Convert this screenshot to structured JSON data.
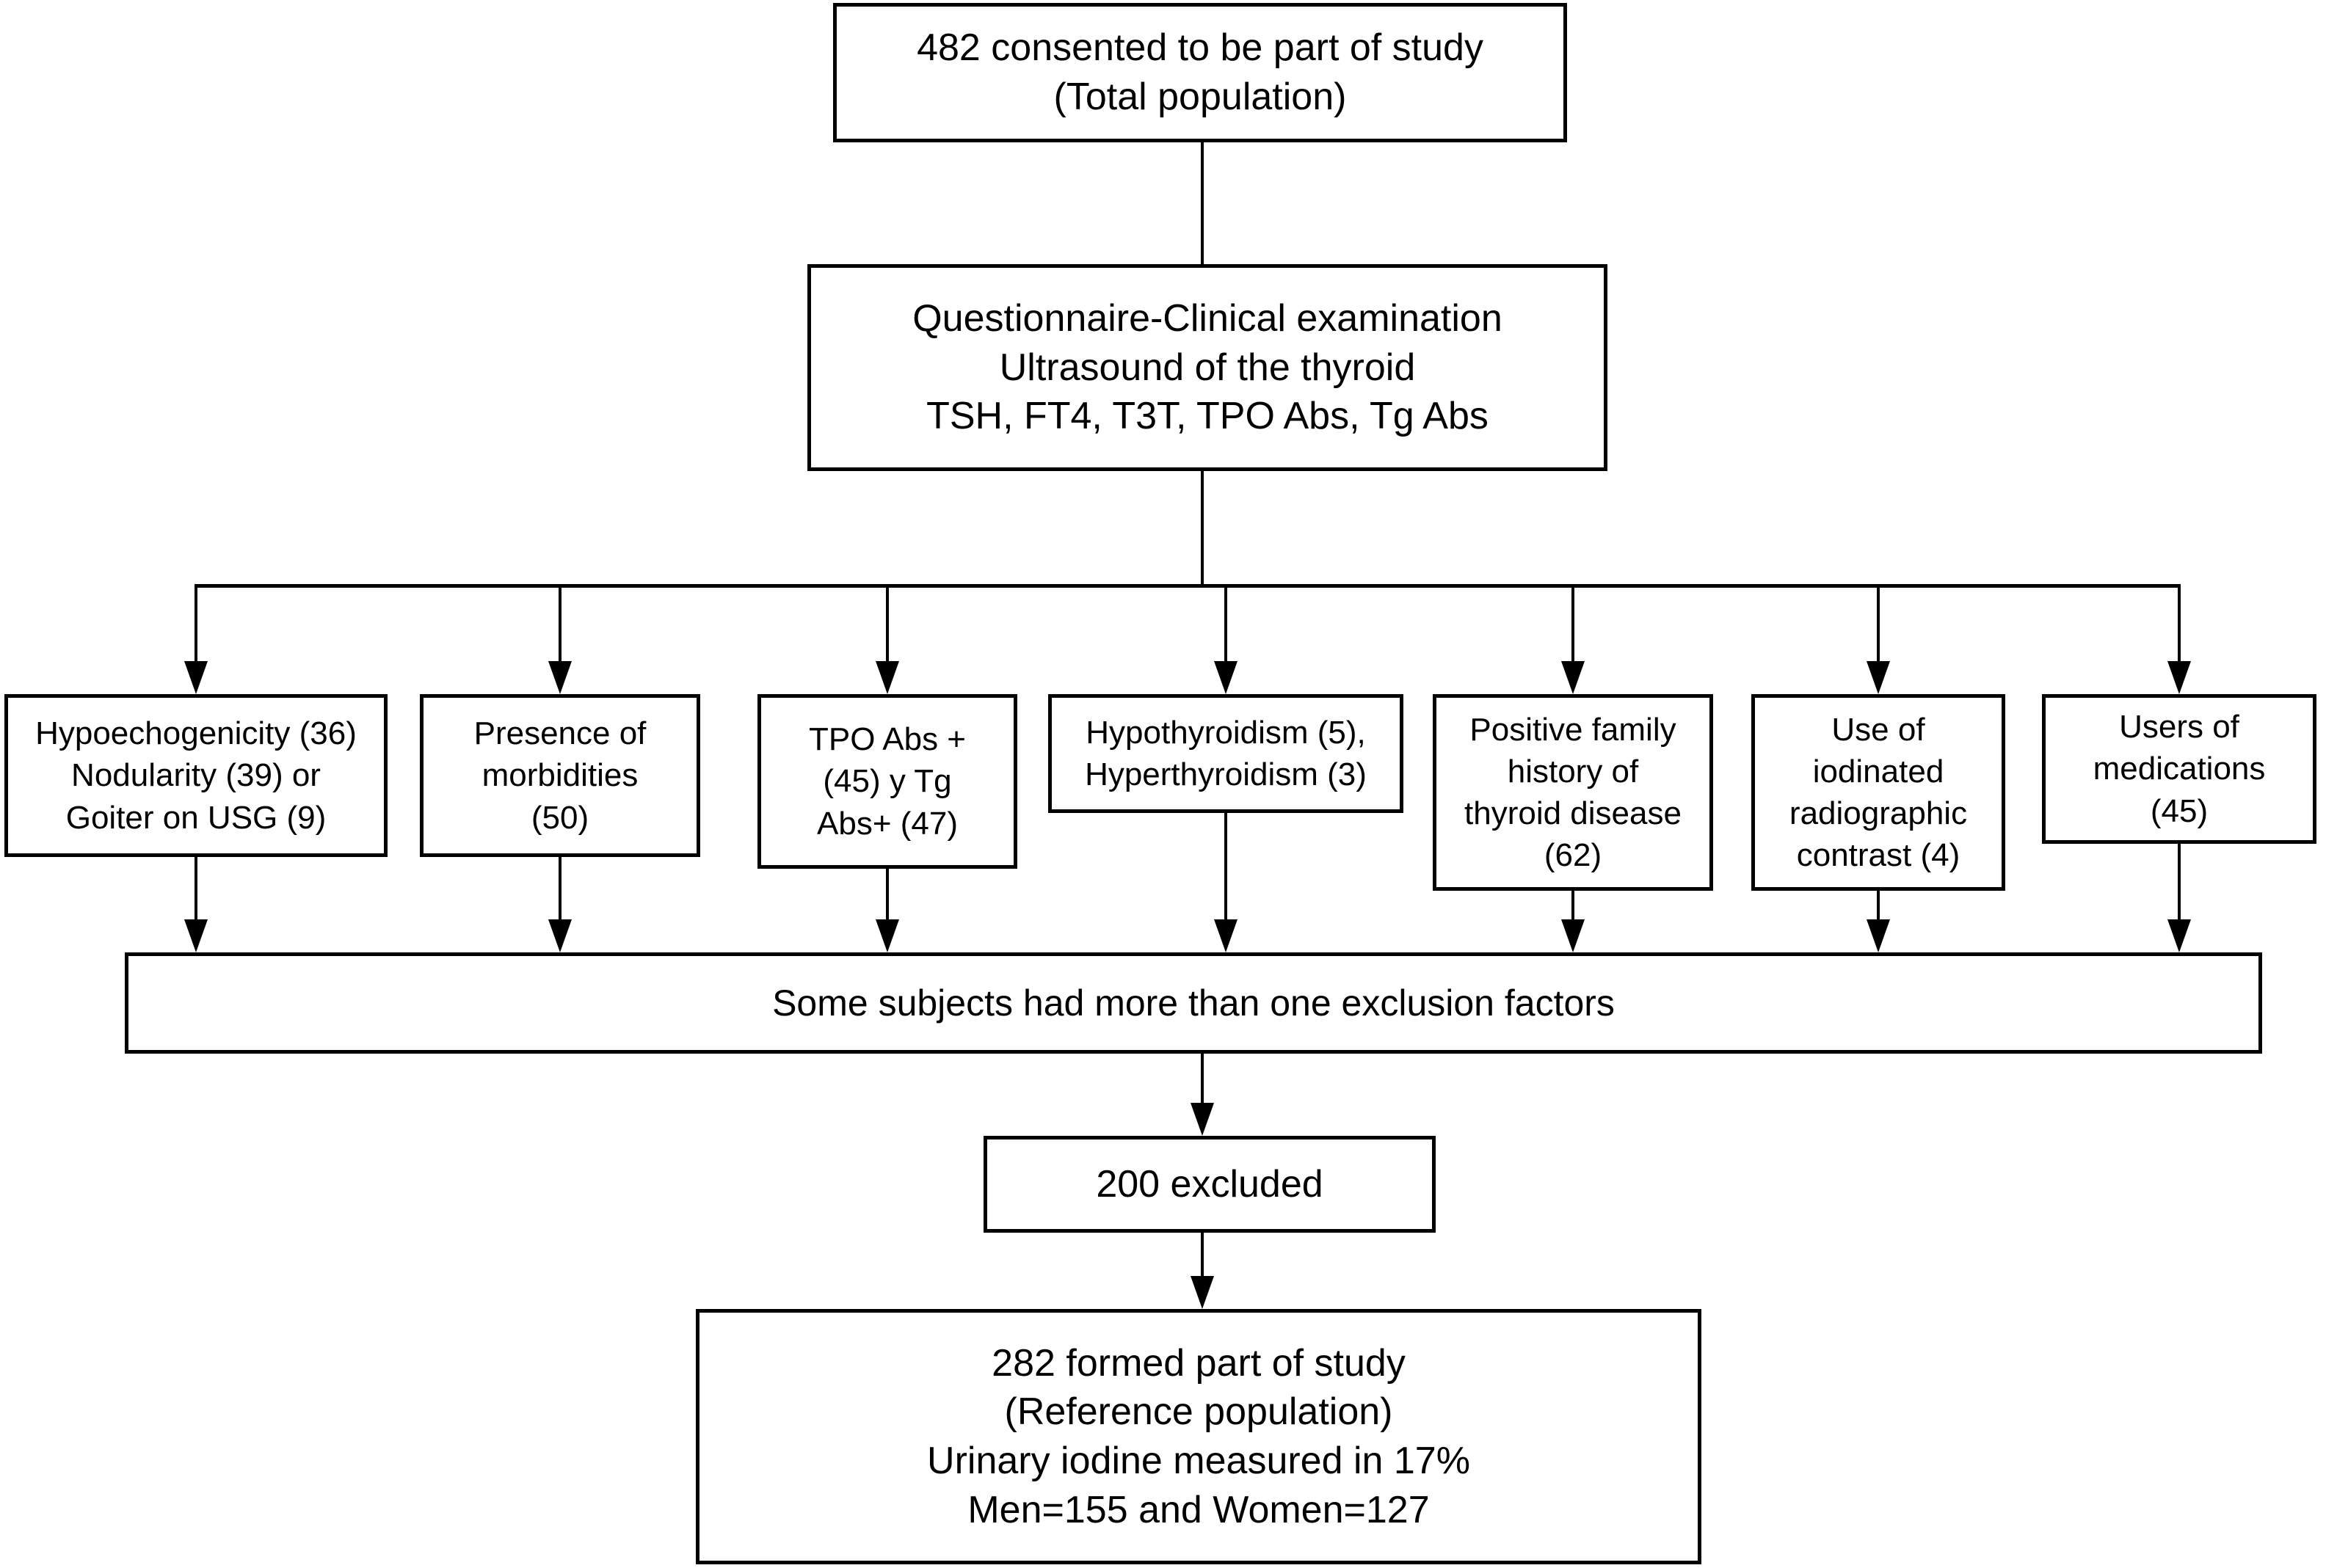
{
  "flow": {
    "total": {
      "lines": [
        "482 consented to be part of study",
        "(Total population)"
      ]
    },
    "exam": {
      "lines": [
        "Questionnaire-Clinical examination",
        "Ultrasound of the thyroid",
        "TSH, FT4, T3T, TPO Abs, Tg Abs"
      ]
    },
    "exclusions": [
      {
        "lines": [
          "Hypoechogenicity (36)",
          "Nodularity (39) or",
          "Goiter on USG (9)"
        ]
      },
      {
        "lines": [
          "Presence of",
          "morbidities",
          "(50)"
        ]
      },
      {
        "lines": [
          "TPO Abs +",
          "(45) y Tg",
          "Abs+ (47)"
        ]
      },
      {
        "lines": [
          "Hypothyroidism (5),",
          "Hyperthyroidism (3)"
        ]
      },
      {
        "lines": [
          "Positive family",
          "history of",
          "thyroid disease",
          "(62)"
        ]
      },
      {
        "lines": [
          "Use of",
          "iodinated",
          "radiographic",
          "contrast (4)"
        ]
      },
      {
        "lines": [
          "Users of",
          "medications",
          "(45)"
        ]
      }
    ],
    "note": {
      "lines": [
        "Some subjects had more than one exclusion factors"
      ]
    },
    "excluded": {
      "lines": [
        "200 excluded"
      ]
    },
    "final": {
      "lines": [
        "282 formed part of study",
        "(Reference population)",
        "Urinary iodine measured in 17%",
        "Men=155 and Women=127"
      ]
    }
  },
  "colors": {
    "line": "#000000",
    "background": "#ffffff"
  }
}
